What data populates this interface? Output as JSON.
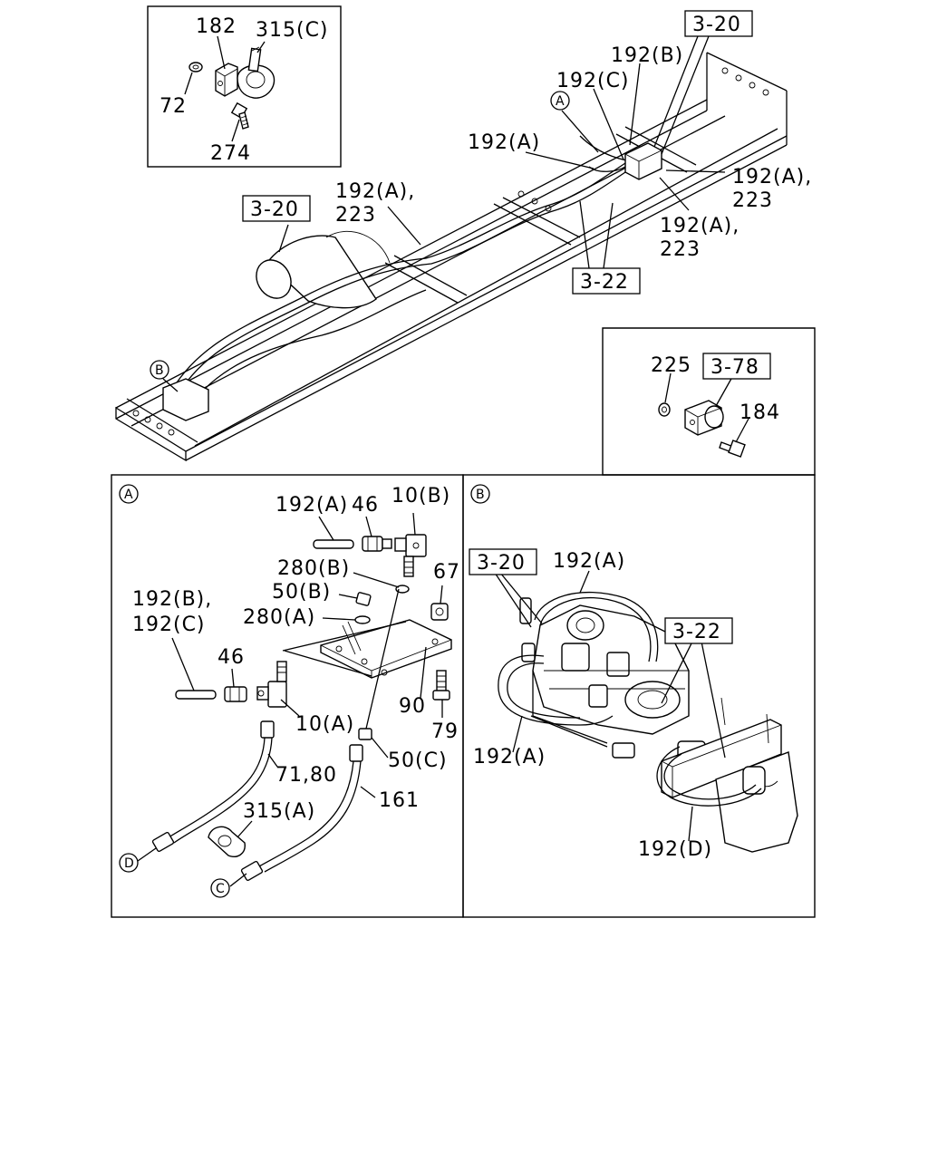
{
  "inset_clip": {
    "labels": [
      "182",
      "315(C)",
      "72",
      "274"
    ]
  },
  "main_view": {
    "refs": [
      "3-20",
      "3-20",
      "3-22"
    ],
    "labels": [
      "192(B)",
      "192(C)",
      "192(A)",
      "192(A),",
      "223",
      "192(A),",
      "223",
      "192(A),",
      "223"
    ],
    "callouts": [
      "A",
      "B"
    ]
  },
  "inset_bracket": {
    "labels": [
      "225",
      "184"
    ],
    "ref": "3-78"
  },
  "detail_a": {
    "marker": "A",
    "labels": [
      "192(A)",
      "46",
      "10(B)",
      "280(B)",
      "67",
      "50(B)",
      "192(B),",
      "192(C)",
      "280(A)",
      "46",
      "90",
      "10(A)",
      "79",
      "50(C)",
      "71,80",
      "161",
      "315(A)"
    ],
    "end_markers": [
      "D",
      "C"
    ]
  },
  "detail_b": {
    "marker": "B",
    "refs": [
      "3-20",
      "3-22"
    ],
    "labels": [
      "192(A)",
      "192(A)",
      "192(D)"
    ]
  }
}
